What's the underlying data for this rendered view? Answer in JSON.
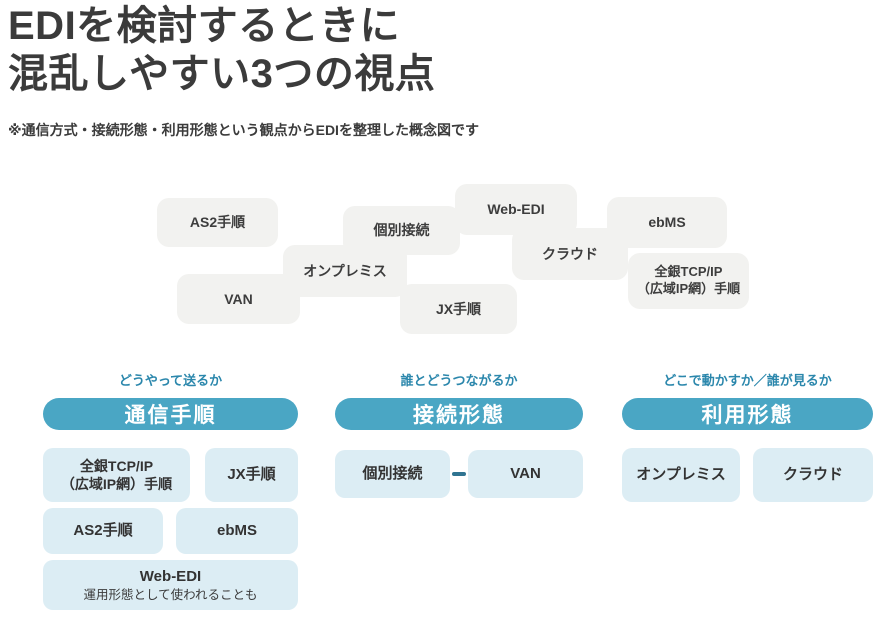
{
  "colors": {
    "background": "#ffffff",
    "title_text": "#3b3b3b",
    "cloud_box_bg": "#f2f2f0",
    "cloud_box_text": "#3d3d3d",
    "header_pill_bg": "#4aa6c4",
    "header_pill_text": "#ffffff",
    "item_box_bg": "#dcedf4",
    "item_box_text": "#333333",
    "question_label_text": "#2b87ac",
    "connector_line": "#2f7491"
  },
  "title": {
    "line1": "EDIを検討するときに",
    "line2": "混乱しやすい3つの視点"
  },
  "subtitle": "※通信方式・接続形態・利用形態という観点からEDIを整理した概念図です",
  "cloud": {
    "items": [
      {
        "label": "AS2手順"
      },
      {
        "label": "個別接続"
      },
      {
        "label": "Web-EDI"
      },
      {
        "label": "ebMS"
      },
      {
        "label": "オンプレミス"
      },
      {
        "label": "クラウド"
      },
      {
        "label": "VAN"
      },
      {
        "label": "JX手順"
      },
      {
        "line1": "全銀TCP/IP",
        "line2": "（広域IP網）手順"
      }
    ]
  },
  "columns": [
    {
      "question": "どうやって送るか",
      "header": "通信手順",
      "items": {
        "zengin": {
          "line1": "全銀TCP/IP",
          "line2": "（広域IP網）手順"
        },
        "jx": {
          "label": "JX手順"
        },
        "as2": {
          "label": "AS2手順"
        },
        "ebms": {
          "label": "ebMS"
        },
        "webedi": {
          "label": "Web-EDI",
          "note": "運用形態として使われることも"
        }
      }
    },
    {
      "question": "誰とどうつながるか",
      "header": "接続形態",
      "items": {
        "kobetsu": {
          "label": "個別接続"
        },
        "van": {
          "label": "VAN"
        }
      }
    },
    {
      "question": "どこで動かすか／誰が見るか",
      "header": "利用形態",
      "items": {
        "onpremise": {
          "label": "オンプレミス"
        },
        "cloud": {
          "label": "クラウド"
        }
      }
    }
  ]
}
